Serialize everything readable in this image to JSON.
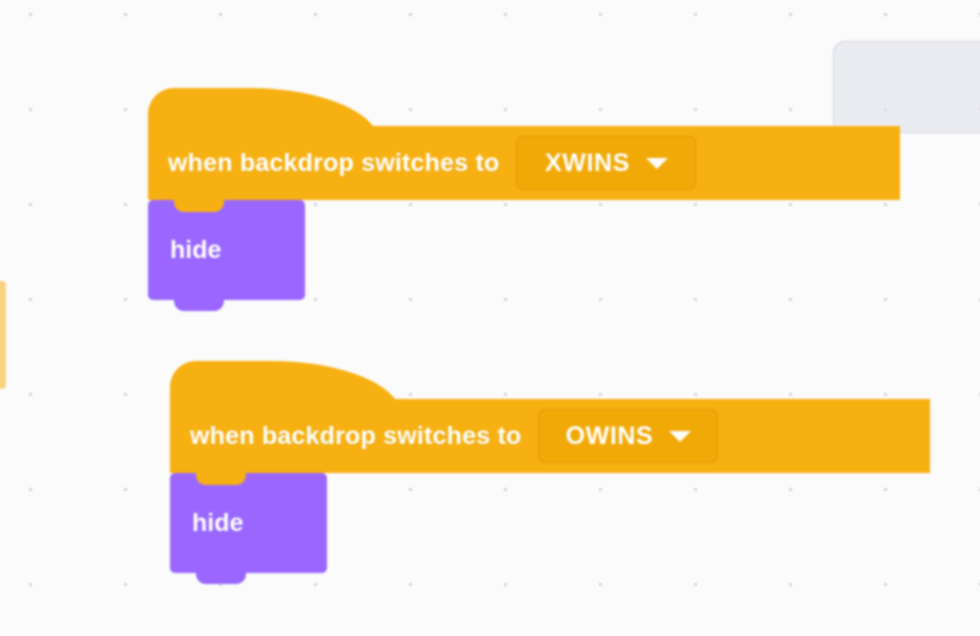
{
  "workspace": {
    "name": "scratch-block-workspace",
    "background_color": "#fbfbfc",
    "grid_dot_color": "#8c8c9b"
  },
  "colors": {
    "events_block": "#f5b014",
    "events_field": "#f0a90a",
    "looks_block": "#9966ff",
    "text": "#ffffff"
  },
  "corner_panel": {
    "name": "stage-overlay-panel",
    "fill": "#e2e4ea"
  },
  "scripts": [
    {
      "id": "script-xwins",
      "hat": {
        "label": "when backdrop switches to",
        "dropdown": {
          "value": "XWINS",
          "icon": "chevron-down-icon"
        }
      },
      "blocks": [
        {
          "label": "hide"
        }
      ]
    },
    {
      "id": "script-owins",
      "hat": {
        "label": "when backdrop switches to",
        "dropdown": {
          "value": "OWINS",
          "icon": "chevron-down-icon"
        }
      },
      "blocks": [
        {
          "label": "hide"
        }
      ]
    }
  ]
}
